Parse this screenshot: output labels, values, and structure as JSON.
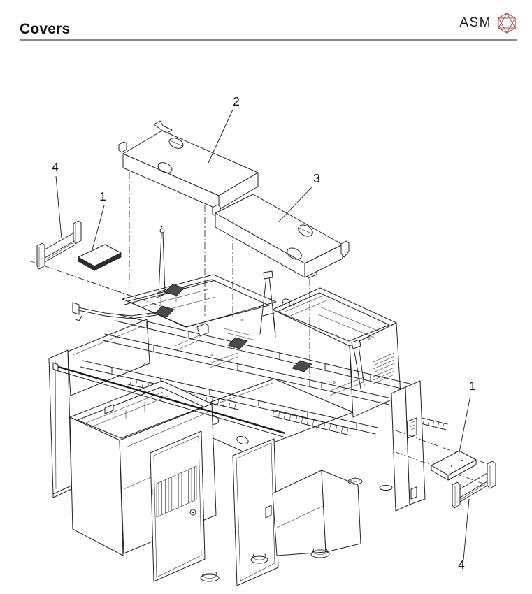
{
  "header": {
    "title": "Covers"
  },
  "brand": {
    "name": "ASM",
    "icon": "asm-hexagon",
    "icon_color": "#a5544c"
  },
  "diagram": {
    "callouts": [
      {
        "label": "2"
      },
      {
        "label": "3"
      },
      {
        "label": "4"
      },
      {
        "label": "1"
      },
      {
        "label": "1"
      },
      {
        "label": "4"
      }
    ]
  }
}
